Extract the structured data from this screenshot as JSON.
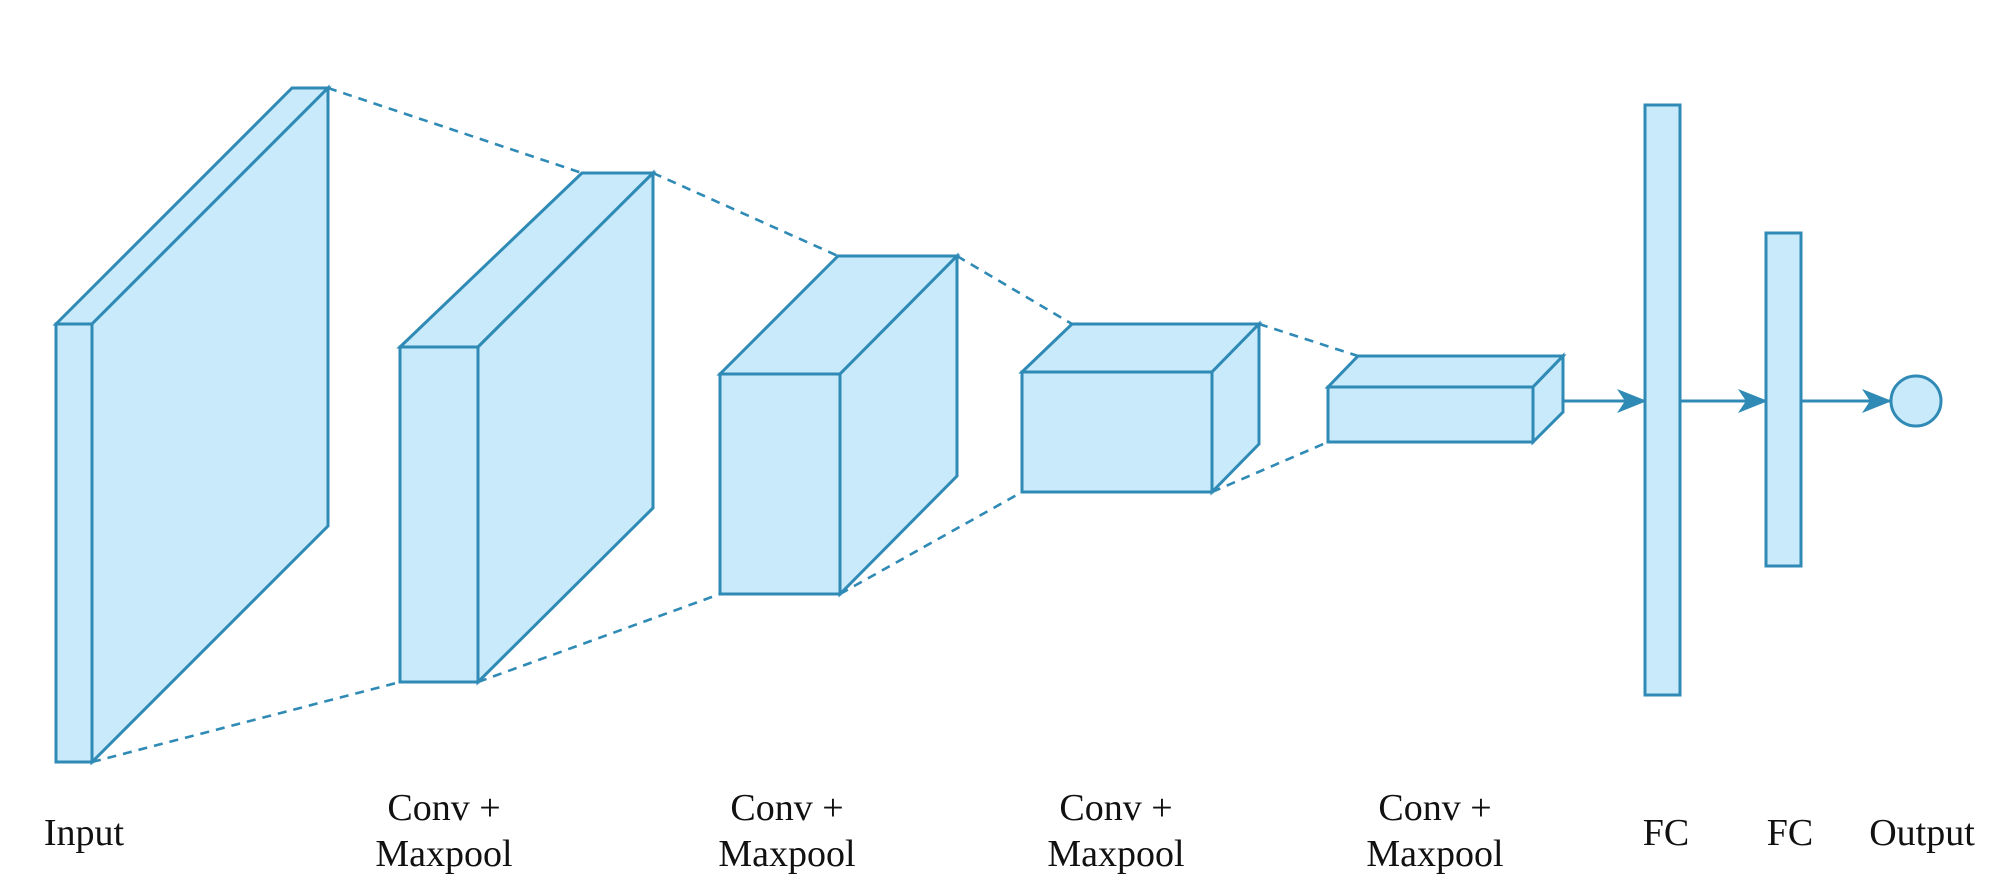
{
  "labels": {
    "input": "Input",
    "conv1_line1": "Conv +",
    "conv1_line2": "Maxpool",
    "conv2_line1": "Conv +",
    "conv2_line2": "Maxpool",
    "conv3_line1": "Conv +",
    "conv3_line2": "Maxpool",
    "conv4_line1": "Conv +",
    "conv4_line2": "Maxpool",
    "fc1": "FC",
    "fc2": "FC",
    "output": "Output"
  },
  "colors": {
    "fill": "#c9eafb",
    "stroke": "#2f8ab5",
    "text": "#111111"
  }
}
